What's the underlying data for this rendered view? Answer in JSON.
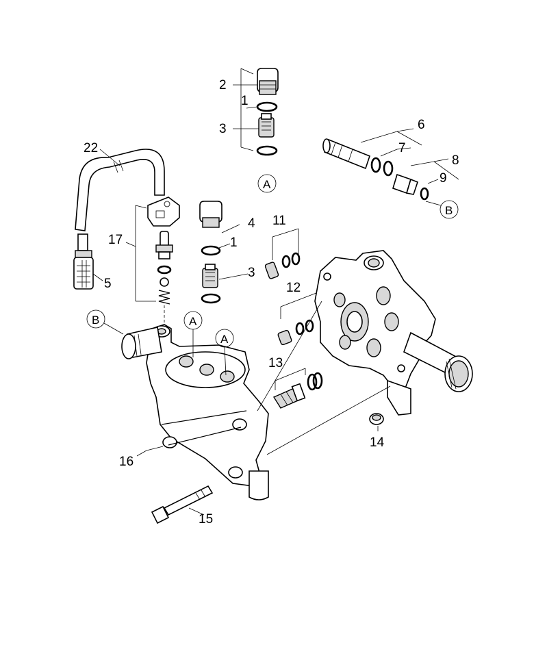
{
  "labels": {
    "p1a": "1",
    "p1b": "1",
    "p2": "2",
    "p3a": "3",
    "p3b": "3",
    "p4": "4",
    "p5": "5",
    "p6": "6",
    "p7": "7",
    "p8": "8",
    "p9": "9",
    "p11": "11",
    "p12": "12",
    "p13": "13",
    "p14": "14",
    "p15": "15",
    "p16": "16",
    "p17": "17",
    "p22": "22"
  },
  "refs": {
    "a_top": "A",
    "a_head1": "A",
    "a_head2": "A",
    "b_right": "B",
    "b_left": "B"
  }
}
